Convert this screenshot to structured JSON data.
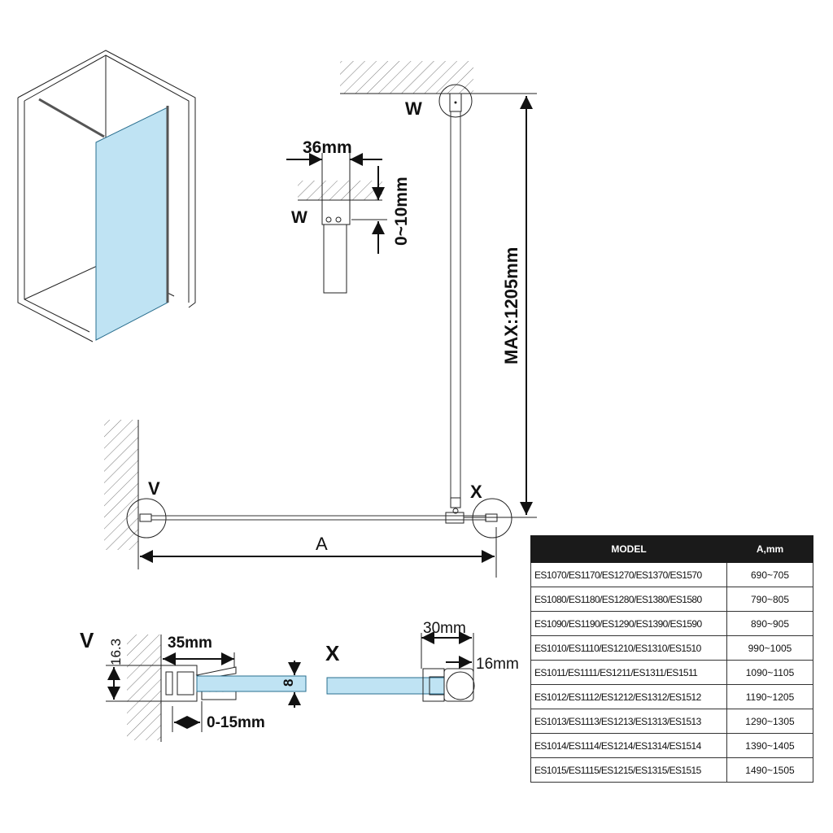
{
  "labels": {
    "w_top": "W",
    "w_detail": "W",
    "v_plan": "V",
    "x_plan": "X",
    "a_dim": "A",
    "max_height": "MAX:1205mm",
    "w_width": "36mm",
    "w_adjust": "0~10mm",
    "v_detail": "V",
    "v_height": "16.3",
    "v_width": "35mm",
    "v_glass": "8",
    "v_adjust": "0-15mm",
    "x_detail": "X",
    "x_width": "30mm",
    "x_diameter": "16mm"
  },
  "table": {
    "headers": [
      "MODEL",
      "A,mm"
    ],
    "rows": [
      {
        "model": "ES1070/ES1170/ES1270/ES1370/ES1570",
        "a": "690~705"
      },
      {
        "model": "ES1080/ES1180/ES1280/ES1380/ES1580",
        "a": "790~805"
      },
      {
        "model": "ES1090/ES1190/ES1290/ES1390/ES1590",
        "a": "890~905"
      },
      {
        "model": "ES1010/ES1110/ES1210/ES1310/ES1510",
        "a": "990~1005"
      },
      {
        "model": "ES1011/ES1111/ES1211/ES1311/ES1511",
        "a": "1090~1105"
      },
      {
        "model": "ES1012/ES1112/ES1212/ES1312/ES1512",
        "a": "1190~1205"
      },
      {
        "model": "ES1013/ES1113/ES1213/ES1313/ES1513",
        "a": "1290~1305"
      },
      {
        "model": "ES1014/ES1114/ES1214/ES1314/ES1514",
        "a": "1390~1405"
      },
      {
        "model": "ES1015/ES1115/ES1215/ES1315/ES1515",
        "a": "1490~1505"
      }
    ]
  },
  "colors": {
    "glass": "#bfe3f3",
    "line": "#111111",
    "table_header": "#1a1a1a"
  }
}
